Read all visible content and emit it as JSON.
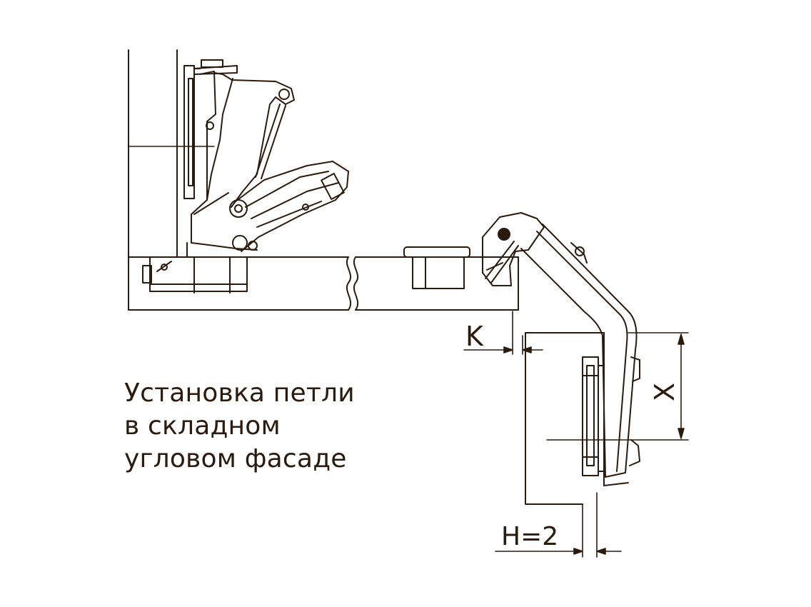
{
  "caption": {
    "line1": "Установка петли",
    "line2": "в складном",
    "line3": "угловом фасаде"
  },
  "dimensions": {
    "k_label": "K",
    "x_label": "X",
    "h_label": "H=2"
  },
  "colors": {
    "ink": "#2b1a0e",
    "background": "#ffffff"
  }
}
